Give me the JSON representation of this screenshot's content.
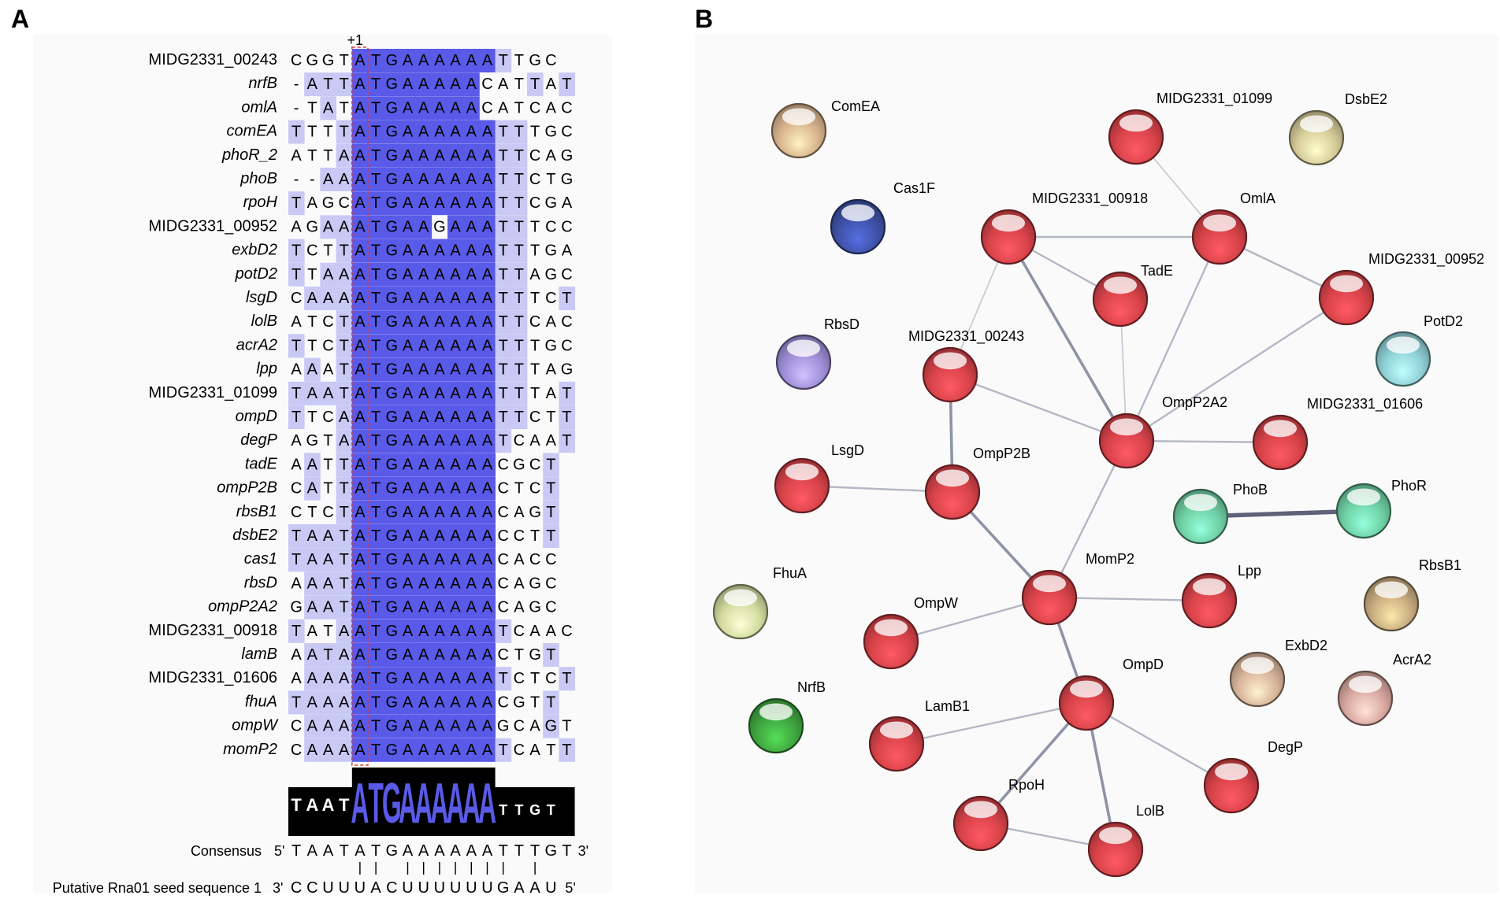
{
  "panels": {
    "a_label": "A",
    "b_label": "B"
  },
  "colors": {
    "conserved": "#5a5ae8",
    "partial": "#c9c9f5",
    "plus1_marker": "#d63a3a",
    "logo_bg": "#000000",
    "edge": "#b9bcc9",
    "edge_strong": "#787d95"
  },
  "alignment": {
    "plus1_label": "+1",
    "sequences": [
      {
        "name": "MIDG2331_00243",
        "italic": false,
        "seq": "CGGTATGAAAAAATTGC",
        "shade": "....DDDDDDDDDL..."
      },
      {
        "name": "nrfB",
        "italic": true,
        "seq": "-ATTATGAAAAACATTAT",
        "shade": ".LLLDDDDDDDD...L.L"
      },
      {
        "name": "omlA",
        "italic": true,
        "seq": "-TATATGAAAAACATCAC",
        "shade": "..L.DDDDDDDD......"
      },
      {
        "name": "comEA",
        "italic": true,
        "seq": "TTTTATGAAAAAATTTGC",
        "shade": "L..LDDDDDDDDDLL..."
      },
      {
        "name": "phoR_2",
        "italic": true,
        "seq": "ATTAATGAAAAAATTCAG",
        "shade": "...LDDDDDDDDDLL..."
      },
      {
        "name": "phoB",
        "italic": true,
        "seq": "--AAATGAAAAAATTCTG",
        "shade": "..LLDDDDDDDDDLL..."
      },
      {
        "name": "rpoH",
        "italic": true,
        "seq": "TAGCATGAAAAAATTCGA",
        "shade": "L...DDDDDDDDDLL..."
      },
      {
        "name": "MIDG2331_00952",
        "italic": false,
        "seq": "AGAAATGAAGAAATTTCC",
        "shade": "..LLDDDDD.DDDLL..."
      },
      {
        "name": "exbD2",
        "italic": true,
        "seq": "TCTTATGAAAAAATTTGA",
        "shade": "L..LDDDDDDDDDLL..."
      },
      {
        "name": "potD2",
        "italic": true,
        "seq": "TTAAATGAAAAAATTAGC",
        "shade": "L.LLDDDDDDDDDLL..."
      },
      {
        "name": "lsgD",
        "italic": true,
        "seq": "CAAAATGAAAAAATTTCT",
        "shade": ".LLLDDDDDDDDDLL..L"
      },
      {
        "name": "lolB",
        "italic": true,
        "seq": "ATCTATGAAAAAATTCAC",
        "shade": "...LDDDDDDDDDLL..."
      },
      {
        "name": "acrA2",
        "italic": true,
        "seq": "TTCTATGAAAAAATTTGC",
        "shade": "L..LDDDDDDDDDLL..."
      },
      {
        "name": "lpp",
        "italic": true,
        "seq": "AAATATGAAAAAATTTAG",
        "shade": ".L.LDDDDDDDDDLL..."
      },
      {
        "name": "MIDG2331_01099",
        "italic": false,
        "seq": "TAATATGAAAAAATTTAT",
        "shade": "LLLLDDDDDDDDDLL..L"
      },
      {
        "name": "ompD",
        "italic": true,
        "seq": "TTCAATGAAAAAATTCTT",
        "shade": "L..LDDDDDDDDDLL..L"
      },
      {
        "name": "degP",
        "italic": true,
        "seq": "AGTAATGAAAAAATCAAT",
        "shade": "...LDDDDDDDDDL...L"
      },
      {
        "name": "tadE",
        "italic": true,
        "seq": "AATTATGAAAAAACGCT",
        "shade": ".L.LDDDDDDDDD...L"
      },
      {
        "name": "ompP2B",
        "italic": true,
        "seq": "CATTATGAAAAAACTCT",
        "shade": ".L.LDDDDDDDDD...L"
      },
      {
        "name": "rbsB1",
        "italic": true,
        "seq": "CTCTATGAAAAAACAGT",
        "shade": "...LDDDDDDDDD...L"
      },
      {
        "name": "dsbE2",
        "italic": true,
        "seq": "TAATATGAAAAAACCTT",
        "shade": "LLLLDDDDDDDDD...L"
      },
      {
        "name": "cas1",
        "italic": true,
        "seq": "TAATATGAAAAAACACC",
        "shade": "LLLLDDDDDDDDD...."
      },
      {
        "name": "rbsD",
        "italic": true,
        "seq": "AAATATGAAAAAACAGC",
        "shade": ".LLLDDDDDDDDD...."
      },
      {
        "name": "ompP2A2",
        "italic": true,
        "seq": "GAATATGAAAAAACAGC",
        "shade": ".LLLDDDDDDDDD...."
      },
      {
        "name": "MIDG2331_00918",
        "italic": false,
        "seq": "TATAATGAAAAAATCAAC",
        "shade": "L..LDDDDDDDDDL...."
      },
      {
        "name": "lamB",
        "italic": true,
        "seq": "AATAATGAAAAAACTGT",
        "shade": ".LLLDDDDDDDDD...L"
      },
      {
        "name": "MIDG2331_01606",
        "italic": false,
        "seq": "AAAAATGAAAAAATCTCT",
        "shade": ".LLLDDDDDDDDDL...L"
      },
      {
        "name": "fhuA",
        "italic": true,
        "seq": "TAAAATGAAAAAACGTT",
        "shade": "LLLLDDDDDDDDD...L"
      },
      {
        "name": "ompW",
        "italic": true,
        "seq": "CAAAATGAAAAAAGCAGT",
        "shade": ".LLLDDDDDDDDD...L"
      },
      {
        "name": "momP2",
        "italic": true,
        "seq": "CAAAATGAAAAAATCATT",
        "shade": ".LLLDDDDDDDDDL...L"
      }
    ],
    "logo": {
      "big_letters": "ATGAAAAAA",
      "left_letters": [
        "T",
        "A",
        "A",
        "T"
      ],
      "right_letters": [
        "T",
        "T",
        "G",
        "T"
      ]
    },
    "consensus_label": "Consensus",
    "consensus_prefix": "5'",
    "consensus_seq": "TAATATGAAAAAATTTGT",
    "consensus_suffix": "3'",
    "pairing_marks": "    || ||||||| |  ",
    "seed_label": "Putative Rna01 seed sequence 1",
    "seed_prefix": "3'",
    "seed_seq": "CCUUUACUUUUUUGAAU",
    "seed_suffix": "5'"
  },
  "network": {
    "nodes": [
      {
        "id": "ComEA",
        "label": "ComEA",
        "color": "#d8b48e"
      },
      {
        "id": "MIDG2331_01099",
        "label": "MIDG2331_01099",
        "color": "#d9434a"
      },
      {
        "id": "DsbE2",
        "label": "DsbE2",
        "color": "#d5cb98"
      },
      {
        "id": "Cas1F",
        "label": "Cas1F",
        "color": "#3f52a8"
      },
      {
        "id": "MIDG2331_00918",
        "label": "MIDG2331_00918",
        "color": "#d9434a"
      },
      {
        "id": "OmlA",
        "label": "OmlA",
        "color": "#d9434a"
      },
      {
        "id": "TadE",
        "label": "TadE",
        "color": "#d9434a"
      },
      {
        "id": "MIDG2331_00952",
        "label": "MIDG2331_00952",
        "color": "#d9434a"
      },
      {
        "id": "RbsD",
        "label": "RbsD",
        "color": "#9d8fd8"
      },
      {
        "id": "MIDG2331_00243",
        "label": "MIDG2331_00243",
        "color": "#d9434a"
      },
      {
        "id": "PotD2",
        "label": "PotD2",
        "color": "#8fd0d6"
      },
      {
        "id": "OmpP2A2",
        "label": "OmpP2A2",
        "color": "#d9434a"
      },
      {
        "id": "MIDG2331_01606",
        "label": "MIDG2331_01606",
        "color": "#d9434a"
      },
      {
        "id": "LsgD",
        "label": "LsgD",
        "color": "#d9434a"
      },
      {
        "id": "OmpP2B",
        "label": "OmpP2B",
        "color": "#d9434a"
      },
      {
        "id": "PhoB",
        "label": "PhoB",
        "color": "#6fd0a4"
      },
      {
        "id": "PhoR",
        "label": "PhoR",
        "color": "#6fd0a4"
      },
      {
        "id": "FhuA",
        "label": "FhuA",
        "color": "#d3dca0"
      },
      {
        "id": "MomP2",
        "label": "MomP2",
        "color": "#d9434a"
      },
      {
        "id": "Lpp",
        "label": "Lpp",
        "color": "#d9434a"
      },
      {
        "id": "RbsB1",
        "label": "RbsB1",
        "color": "#c8ac80"
      },
      {
        "id": "OmpW",
        "label": "OmpW",
        "color": "#d9434a"
      },
      {
        "id": "ExbD2",
        "label": "ExbD2",
        "color": "#d8b49a"
      },
      {
        "id": "AcrA2",
        "label": "AcrA2",
        "color": "#d8a8a0"
      },
      {
        "id": "NrfB",
        "label": "NrfB",
        "color": "#3fa540"
      },
      {
        "id": "OmpD",
        "label": "OmpD",
        "color": "#d9434a"
      },
      {
        "id": "LamB1",
        "label": "LamB1",
        "color": "#d9434a"
      },
      {
        "id": "DegP",
        "label": "DegP",
        "color": "#d9434a"
      },
      {
        "id": "RpoH",
        "label": "RpoH",
        "color": "#d9434a"
      },
      {
        "id": "LolB",
        "label": "LolB",
        "color": "#d9434a"
      }
    ],
    "edges": [
      {
        "source": "MIDG2331_01099",
        "target": "OmlA",
        "strength": "weak"
      },
      {
        "source": "MIDG2331_00918",
        "target": "OmlA",
        "strength": "medium"
      },
      {
        "source": "MIDG2331_00918",
        "target": "TadE",
        "strength": "medium"
      },
      {
        "source": "MIDG2331_00918",
        "target": "OmpP2A2",
        "strength": "strong"
      },
      {
        "source": "MIDG2331_00918",
        "target": "MIDG2331_00243",
        "strength": "weak"
      },
      {
        "source": "OmlA",
        "target": "OmpP2A2",
        "strength": "medium"
      },
      {
        "source": "OmlA",
        "target": "MIDG2331_00952",
        "strength": "medium"
      },
      {
        "source": "TadE",
        "target": "OmpP2A2",
        "strength": "weak"
      },
      {
        "source": "MIDG2331_00952",
        "target": "OmpP2A2",
        "strength": "medium"
      },
      {
        "source": "MIDG2331_00243",
        "target": "OmpP2A2",
        "strength": "medium"
      },
      {
        "source": "MIDG2331_00243",
        "target": "OmpP2B",
        "strength": "strong"
      },
      {
        "source": "OmpP2A2",
        "target": "MIDG2331_01606",
        "strength": "medium"
      },
      {
        "source": "OmpP2A2",
        "target": "MomP2",
        "strength": "medium"
      },
      {
        "source": "LsgD",
        "target": "OmpP2B",
        "strength": "medium"
      },
      {
        "source": "OmpP2B",
        "target": "MomP2",
        "strength": "strong"
      },
      {
        "source": "PhoB",
        "target": "PhoR",
        "strength": "strongest"
      },
      {
        "source": "MomP2",
        "target": "Lpp",
        "strength": "medium"
      },
      {
        "source": "MomP2",
        "target": "OmpW",
        "strength": "medium"
      },
      {
        "source": "MomP2",
        "target": "OmpD",
        "strength": "strong"
      },
      {
        "source": "OmpD",
        "target": "LamB1",
        "strength": "medium"
      },
      {
        "source": "OmpD",
        "target": "DegP",
        "strength": "medium"
      },
      {
        "source": "OmpD",
        "target": "RpoH",
        "strength": "strong"
      },
      {
        "source": "OmpD",
        "target": "LolB",
        "strength": "strong"
      },
      {
        "source": "RpoH",
        "target": "LolB",
        "strength": "medium"
      }
    ]
  }
}
